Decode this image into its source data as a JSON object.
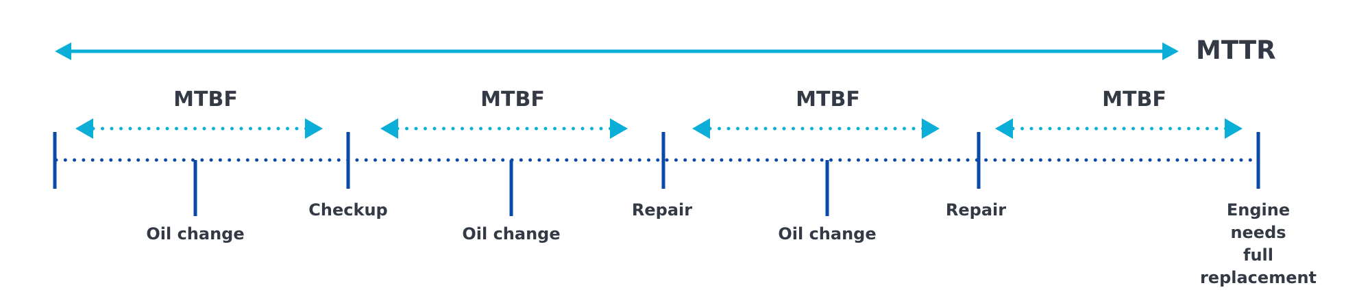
{
  "mttr": {
    "label": "MTTR"
  },
  "mtbf": {
    "label": "MTBF",
    "count": 4
  },
  "colors": {
    "cyan": "#0aaed6",
    "blue": "#0a49a8",
    "text": "#333a45"
  },
  "events": [
    {
      "name": "checkup",
      "label": "Checkup"
    },
    {
      "name": "repair-1",
      "label": "Repair"
    },
    {
      "name": "repair-2",
      "label": "Repair"
    },
    {
      "name": "engine-replacement",
      "label": "Engine needs\nfull replacement"
    }
  ],
  "midpoint_events": [
    {
      "label": "Oil change"
    },
    {
      "label": "Oil change"
    },
    {
      "label": "Oil change"
    }
  ]
}
